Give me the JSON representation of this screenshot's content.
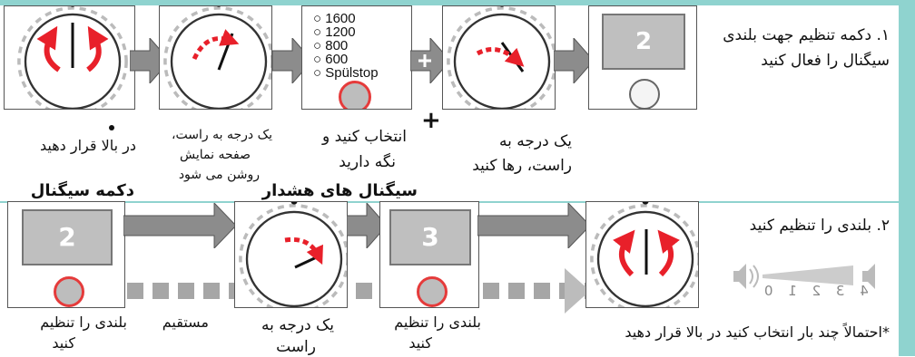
{
  "colors": {
    "teal": "#8fd3cf",
    "arrow_gray": "#8c8c8c",
    "red": "#e8202a",
    "button_red_ring": "#e53b3b",
    "button_fill": "#bdbdbd",
    "screen_gray": "#c4c4c4"
  },
  "row1": {
    "step1_label": "در بالا قرار دهید",
    "step2_label_l1": "یک درجه به راست،",
    "step2_label_l2": "صفحه نمایش",
    "step2_label_l3": "روشن می شود",
    "options": [
      "1600",
      "1200",
      "800",
      "600",
      "Spülstop"
    ],
    "step3_label_l1": "انتخاب کنید و",
    "step3_label_l2": "نگه دارید",
    "plus_symbol": "+",
    "step4_label_l1": "یک درجه به",
    "step4_label_l2": "راست، رها کنید",
    "display_value": "2",
    "instruction_l1": "۱. دکمه تنظیم جهت بلندی",
    "instruction_l2": "سیگنال را فعال کنید"
  },
  "row2": {
    "signal_button_heading": "دکمه سیگنال",
    "warning_signals_heading": "سیگنال های هشدار",
    "display_value_a": "2",
    "display_value_b": "3",
    "adjust_label_a_l1": "بلندی را تنظیم",
    "adjust_label_a_l2": "کنید",
    "direct_label": "مستقیم",
    "one_step_l1": "یک درجه به",
    "one_step_l2": "راست",
    "adjust_label_b_l1": "بلندی را تنظیم",
    "adjust_label_b_l2": "کنید",
    "instruction": "۲. بلندی را تنظیم کنید",
    "volume_scale": "4 3 2 1 0",
    "footnote": "*احتمالاً چند بار انتخاب کنید در بالا قرار دهید"
  }
}
